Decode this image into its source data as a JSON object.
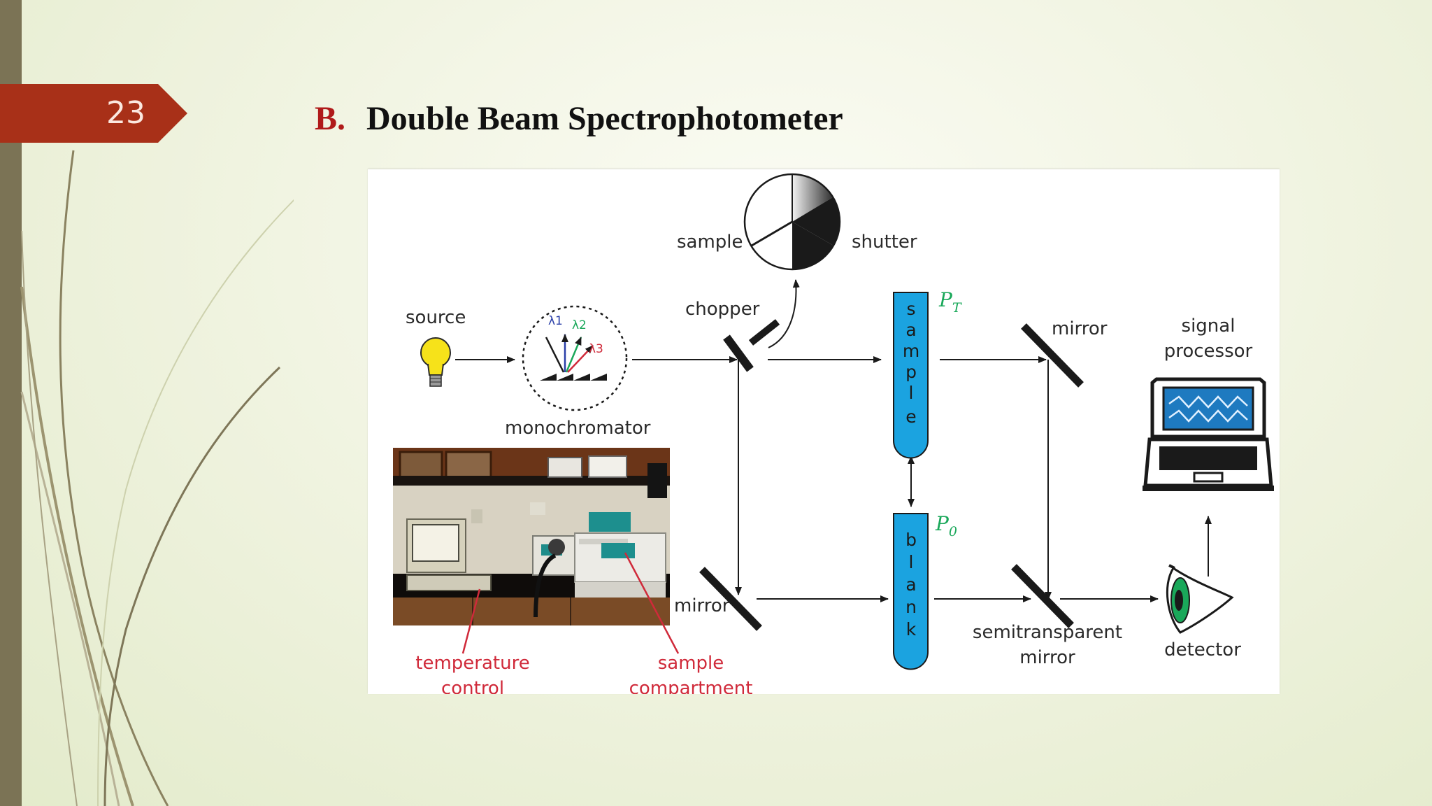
{
  "slide": {
    "number": "23",
    "title_letter": "B.",
    "title_text": "Double Beam Spectrophotometer",
    "colors": {
      "number_tab": "#a83018",
      "title_letter": "#b01a1a",
      "left_bar": "#7b7355"
    }
  },
  "diagram": {
    "labels": {
      "source": "source",
      "monochromator": "monochromator",
      "chopper": "chopper",
      "sample": "sample",
      "shutter": "shutter",
      "mirror_top": "mirror",
      "mirror_bottom": "mirror",
      "signal_processor_line1": "signal",
      "signal_processor_line2": "processor",
      "semitransparent_line1": "semitransparent",
      "semitransparent_line2": "mirror",
      "detector": "detector",
      "temperature_line1": "temperature",
      "temperature_line2": "control",
      "compartment_line1": "sample",
      "compartment_line2": "compartment",
      "cuvette_sample_letters": [
        "s",
        "a",
        "m",
        "p",
        "l",
        "e"
      ],
      "cuvette_blank_letters": [
        "b",
        "l",
        "a",
        "n",
        "k"
      ],
      "pt_base": "P",
      "pt_sub": "T",
      "p0_base": "P",
      "p0_sub": "0",
      "lambda1": "λ1",
      "lambda2": "λ2",
      "lambda3": "λ3"
    },
    "icons": [
      "light-bulb-icon",
      "diffraction-grating-icon",
      "chopper-wheel-icon",
      "laptop-icon",
      "eye-icon",
      "instrument-photo"
    ],
    "colors": {
      "cuvette": "#1ba3e0",
      "red_label": "#d02a3a",
      "green_label": "#1aa85a"
    }
  }
}
